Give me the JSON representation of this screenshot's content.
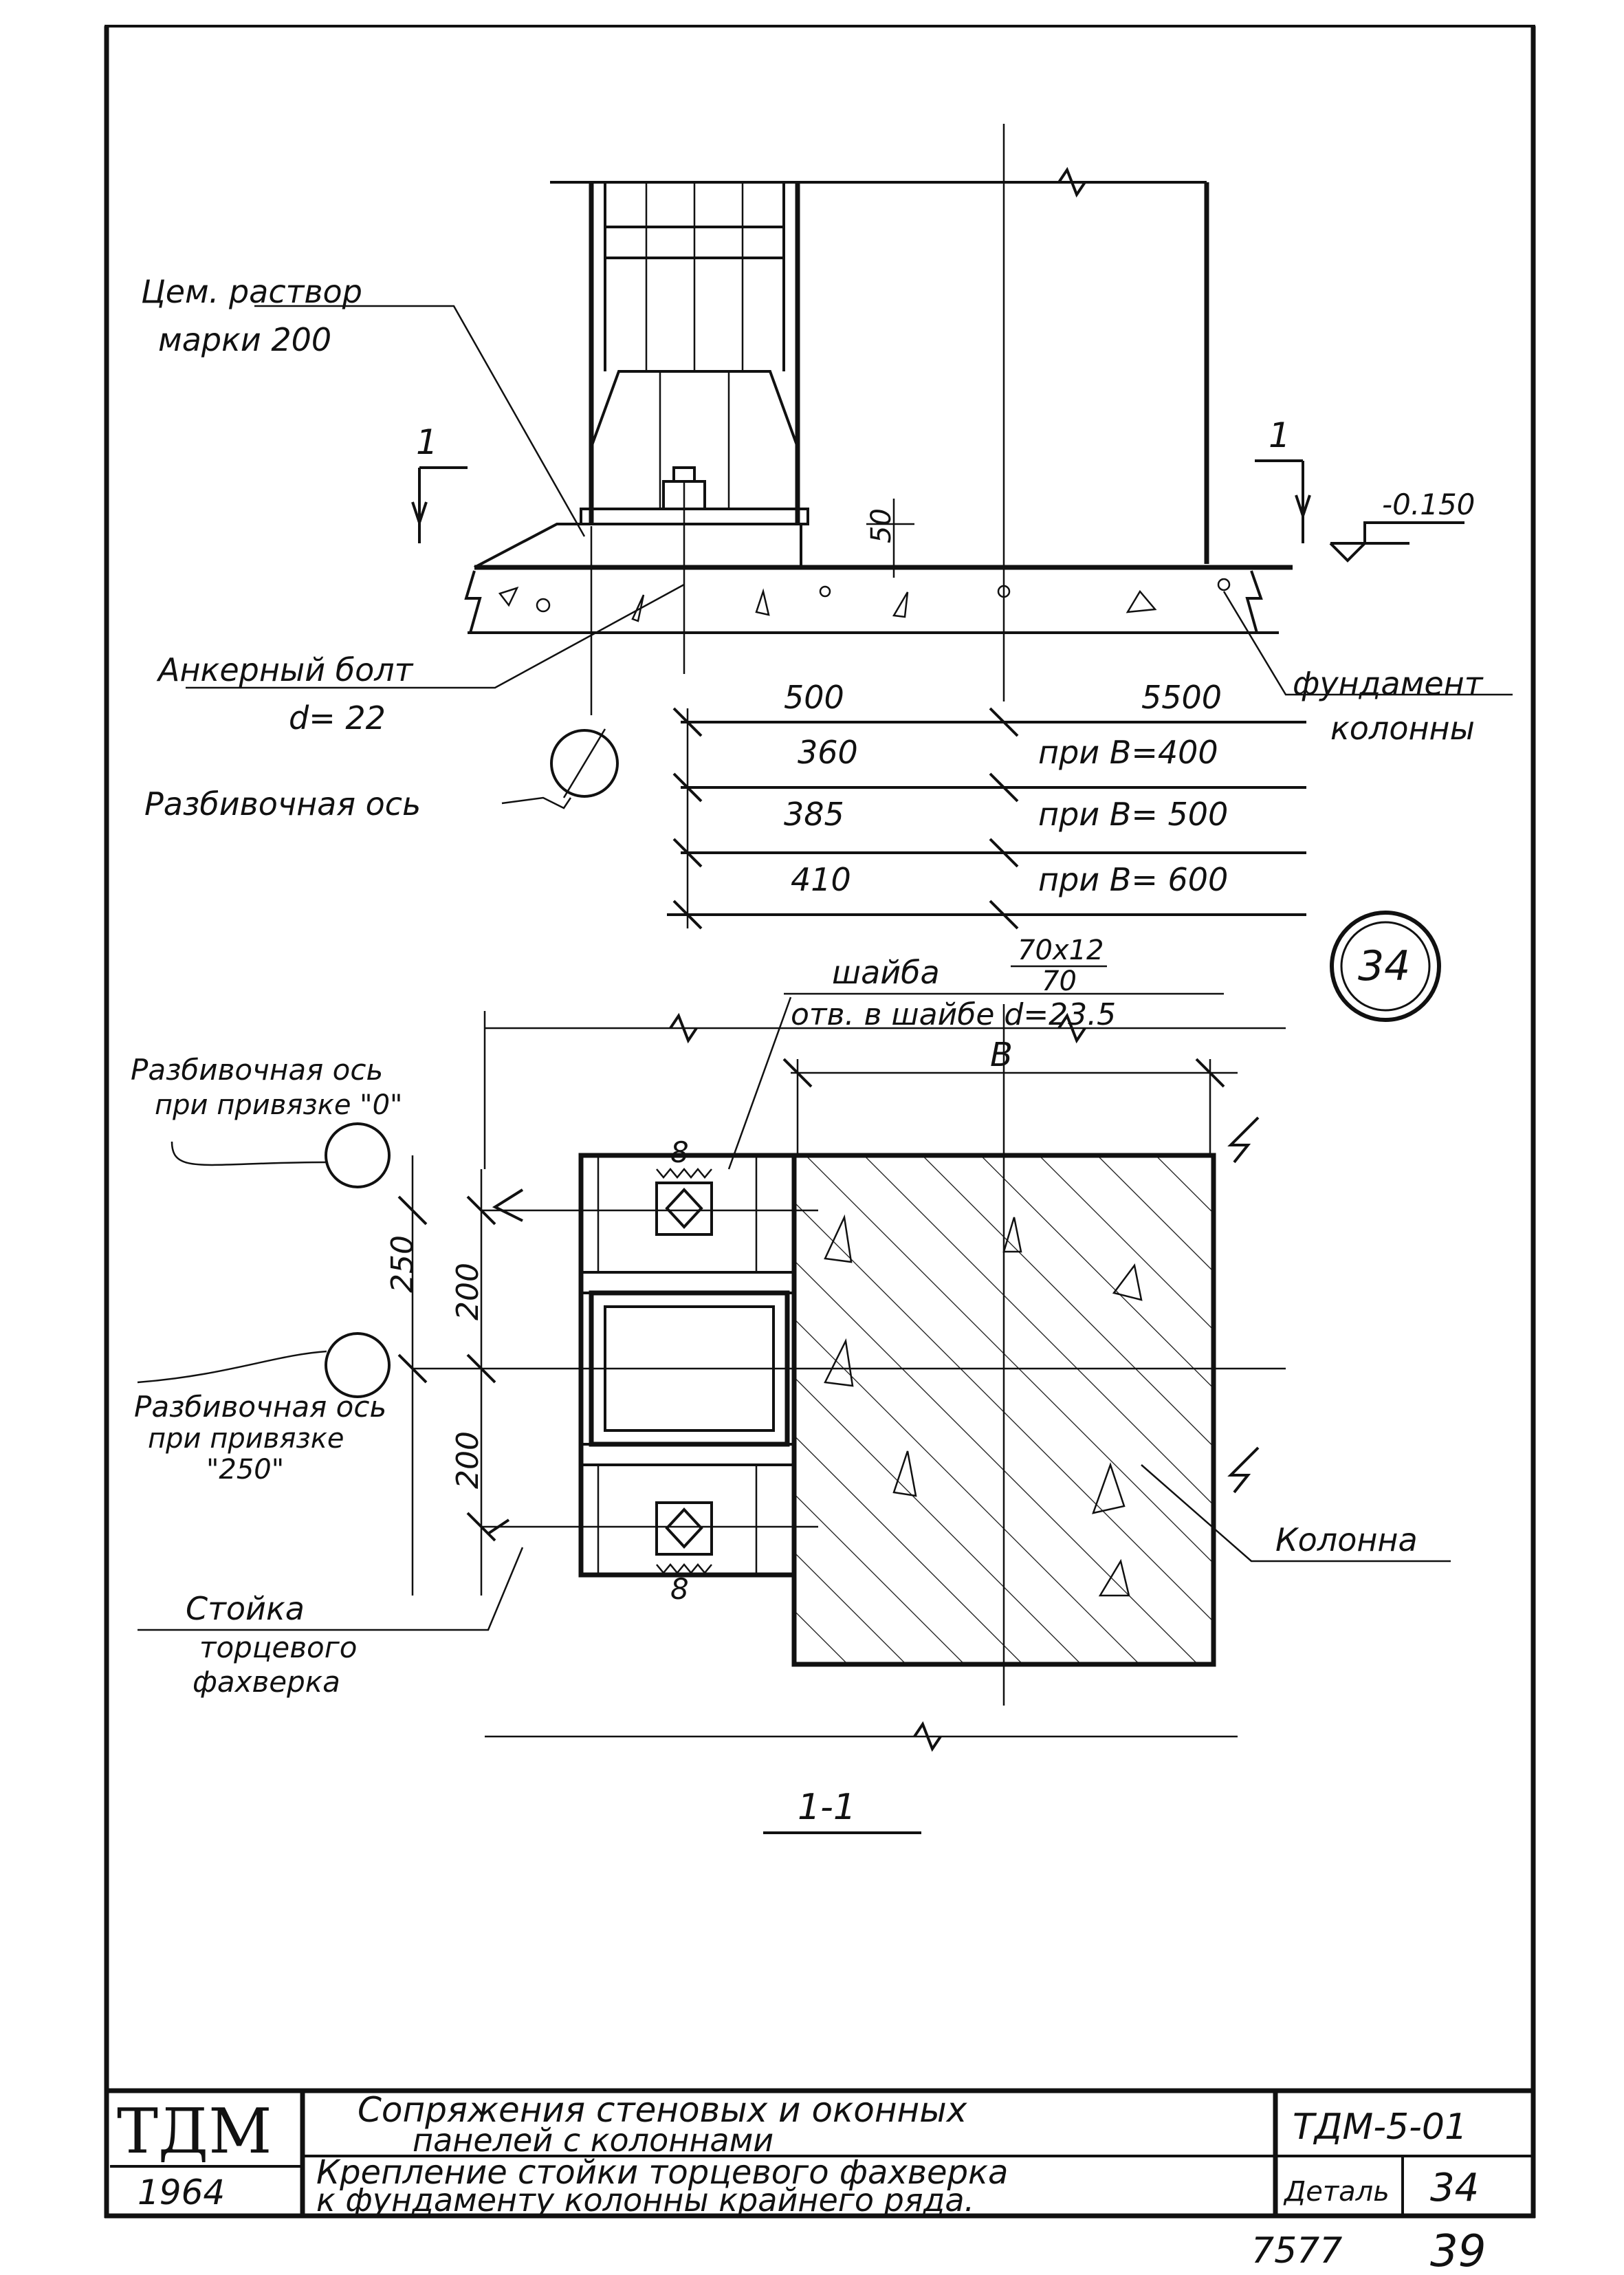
{
  "elevation": {
    "label_mortar_1": "Цем. раствор",
    "label_mortar_2": "марки 200",
    "label_anchor_1": "Анкерный болт",
    "label_anchor_2": "d= 22",
    "label_axis": "Разбивочная ось",
    "label_foundation_1": "фундамент",
    "label_foundation_2": "колонны",
    "level": "-0.150",
    "section_mark": "1",
    "dim_50": "50",
    "dim_500": "500",
    "dim_5500": "5500",
    "rows": [
      {
        "value": "360",
        "note": "при B=400"
      },
      {
        "value": "385",
        "note": "при B= 500"
      },
      {
        "value": "410",
        "note": "при B= 600"
      }
    ]
  },
  "detail_badge": "34",
  "plan": {
    "washer_label": "шайба",
    "washer_num": "70x12",
    "washer_den": "70",
    "washer_hole": "отв. в шайбе d=23.5",
    "dim_B": "B",
    "axis_0_1": "Разбивочная ось",
    "axis_0_2": "при привязке \"0\"",
    "axis_250_1": "Разбивочная ось",
    "axis_250_2": "при привязке",
    "axis_250_3": "\"250\"",
    "dim_250": "250",
    "dim_200a": "200",
    "dim_200b": "200",
    "weld_8": "8",
    "label_column": "Колонна",
    "label_post_1": "Стойка",
    "label_post_2": "торцевого",
    "label_post_3": "фахверка",
    "section_title": "1-1"
  },
  "title_block": {
    "logo": "ТДМ",
    "year": "1964",
    "title_1": "Сопряжения стеновых и оконных",
    "title_2": "панелей с колоннами",
    "subtitle_1": "Крепление стойки торцевого фахверка",
    "subtitle_2": "к фундаменту колонны крайнего ряда.",
    "code": "ТДМ-5-01",
    "detail_label": "Деталь",
    "detail_no": "34"
  },
  "footer": {
    "number": "7577",
    "page": "39"
  }
}
